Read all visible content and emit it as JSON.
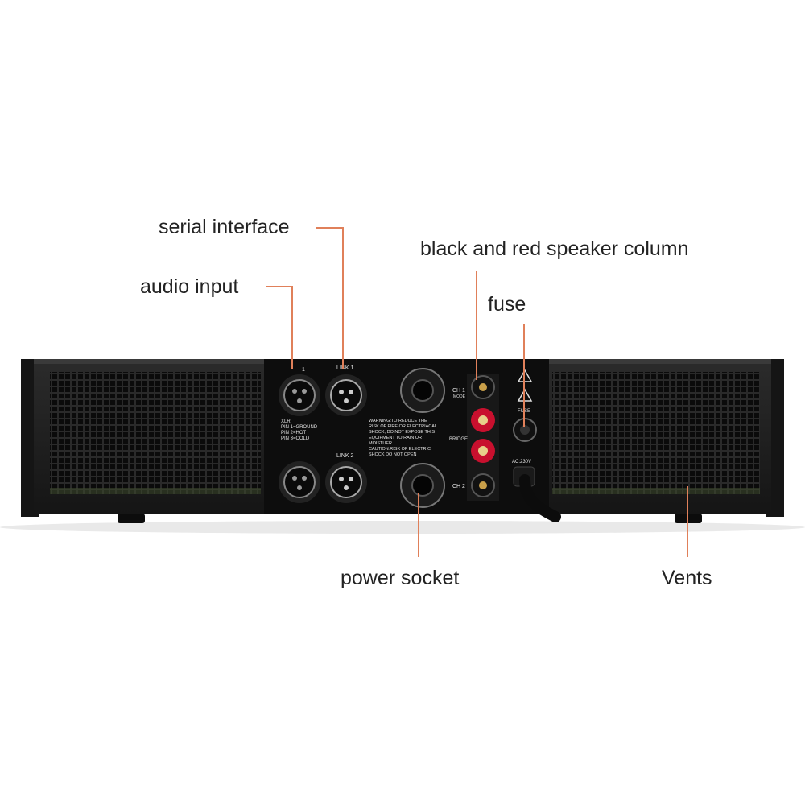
{
  "callouts": {
    "serial_interface": "serial interface",
    "audio_input": "audio input",
    "speaker_column": "black and red speaker column",
    "fuse": "fuse",
    "power_socket": "power socket",
    "vents": "Vents"
  },
  "panel_labels": {
    "in1": "1",
    "link1": "LINK 1",
    "link2": "LINK 2",
    "xlr": [
      "XLR",
      "PIN 1=GROUND",
      "PIN 2=HOT",
      "PIN 3=COLD"
    ],
    "warning": [
      "WARNING:TO REDUCE THE",
      "RISK OF  FIRE OR ELECTRIACAL",
      "SHOCK, DO  NOT EXPOSE  THIS",
      "EQUIPMENT TO RAIN OR",
      "MOISTUER",
      "CAUTION:RISK OF ELECTRIC",
      "SHOCK DO NOT OPEN"
    ],
    "ch1": "CH 1",
    "ch2": "CH 2",
    "mode": "MODE",
    "bridge": "BRIDGE",
    "fuse": "FUSE",
    "ac": "AC:230V"
  },
  "colors": {
    "leader": "#e0805a",
    "chassis": "#1a1a1a",
    "panel": "#0d0d0d",
    "post_red": "#c8102e"
  }
}
